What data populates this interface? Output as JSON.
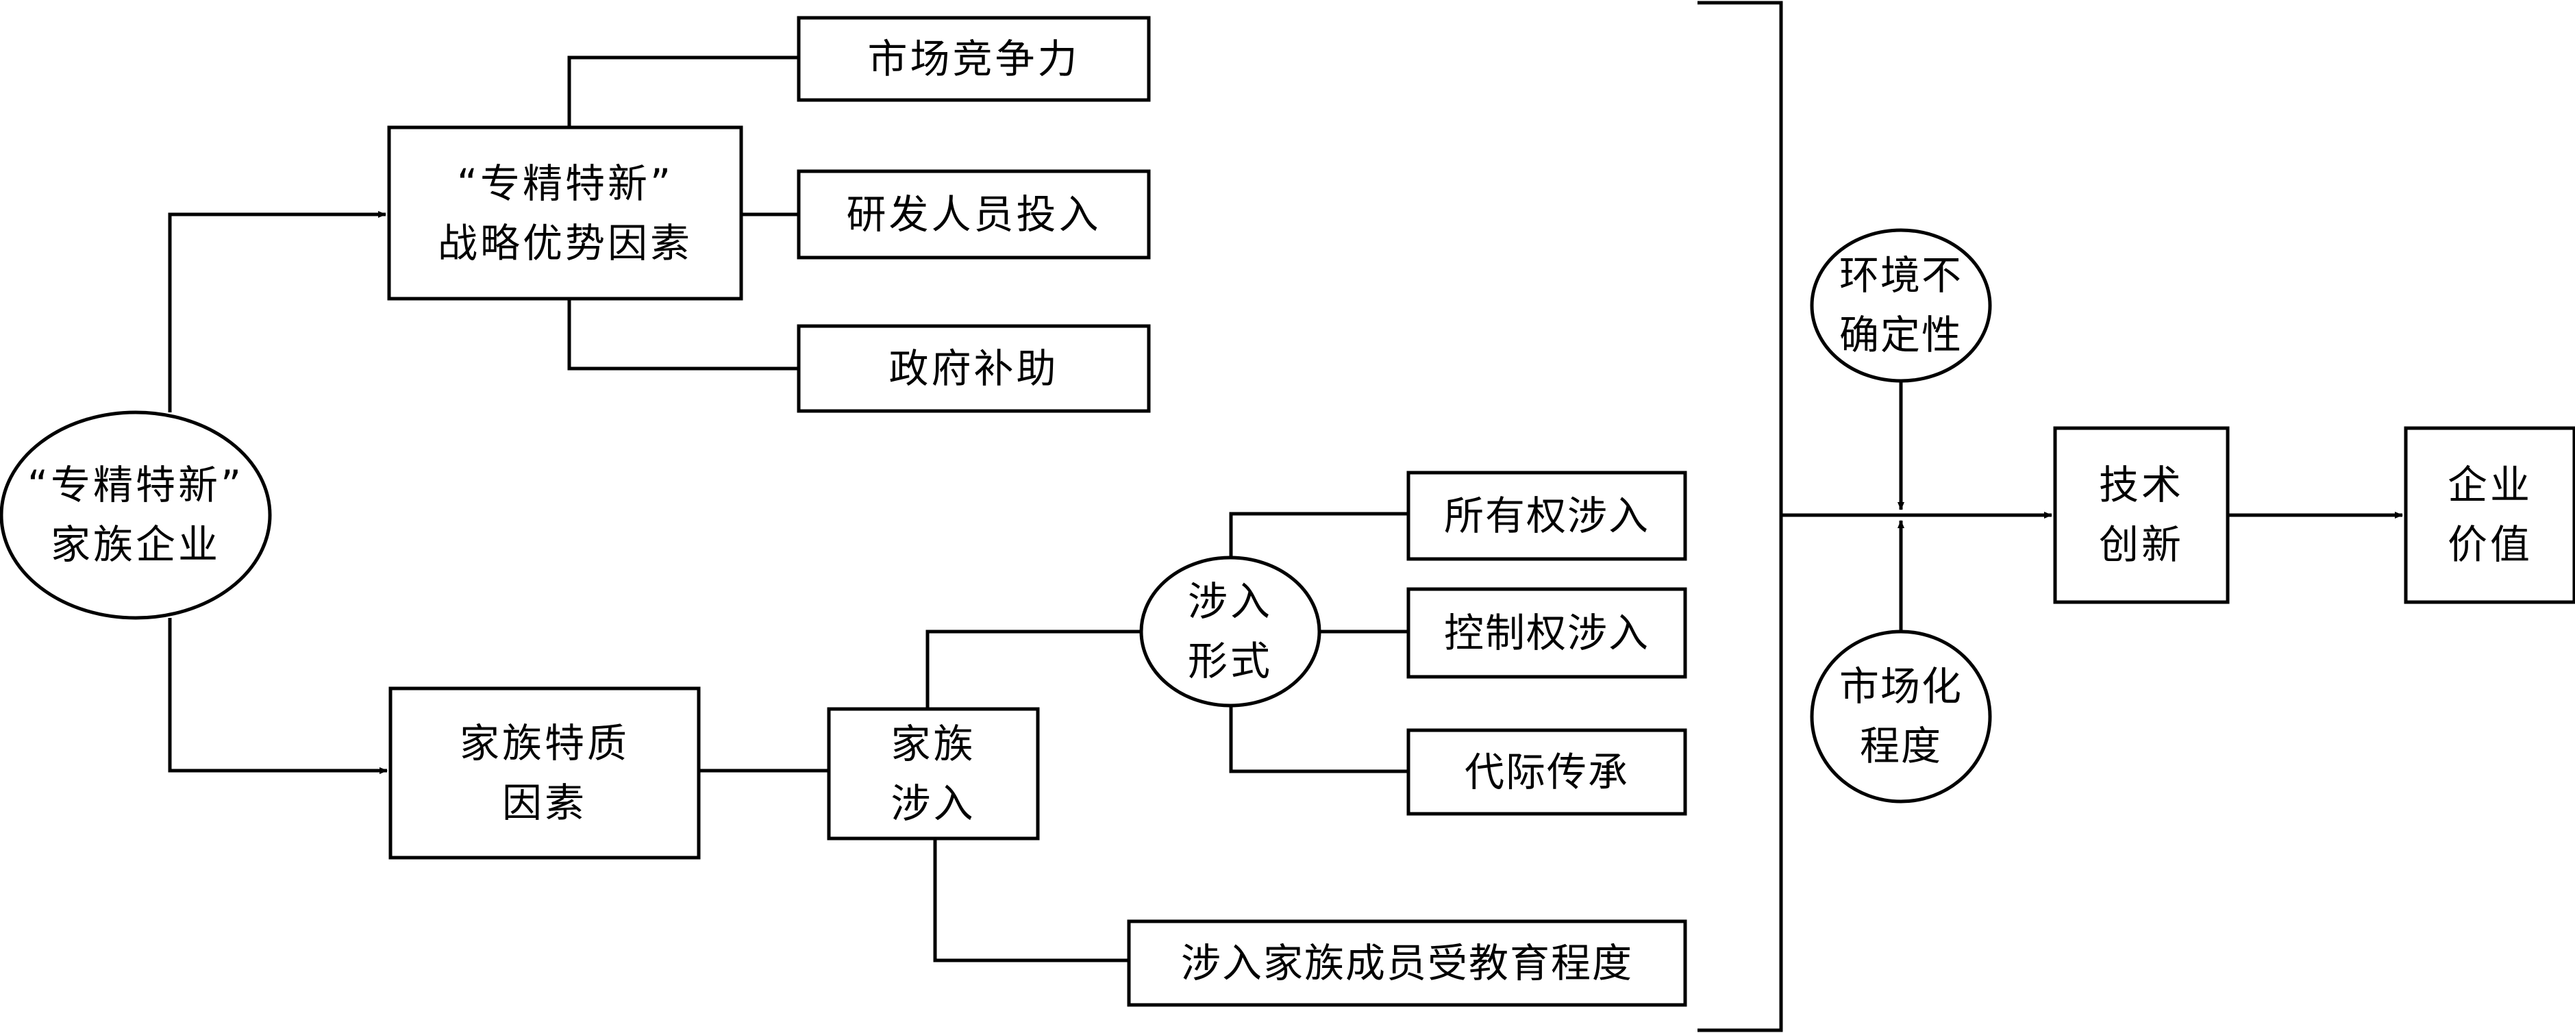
{
  "nodes": {
    "family_firm": {
      "line1": "“专精特新”",
      "line2": "家族企业"
    },
    "strategic_factor": {
      "line1": "“专精特新”",
      "line2": "战略优势因素"
    },
    "market_competitiveness": "市场竞争力",
    "rd_personnel": "研发人员投入",
    "gov_subsidy": "政府补助",
    "family_trait": {
      "line1": "家族特质",
      "line2": "因素"
    },
    "family_involvement": {
      "line1": "家族",
      "line2": "涉入"
    },
    "involvement_form": {
      "line1": "涉入",
      "line2": "形式"
    },
    "ownership": "所有权涉入",
    "control": "控制权涉入",
    "succession": "代际传承",
    "education": "涉入家族成员受教育程度",
    "env_uncertainty": {
      "line1": "环境不",
      "line2": "确定性"
    },
    "marketization": {
      "line1": "市场化",
      "line2": "程度"
    },
    "tech_innovation": {
      "line1": "技术",
      "line2": "创新"
    },
    "firm_value": {
      "line1": "企业",
      "line2": "价值"
    }
  }
}
